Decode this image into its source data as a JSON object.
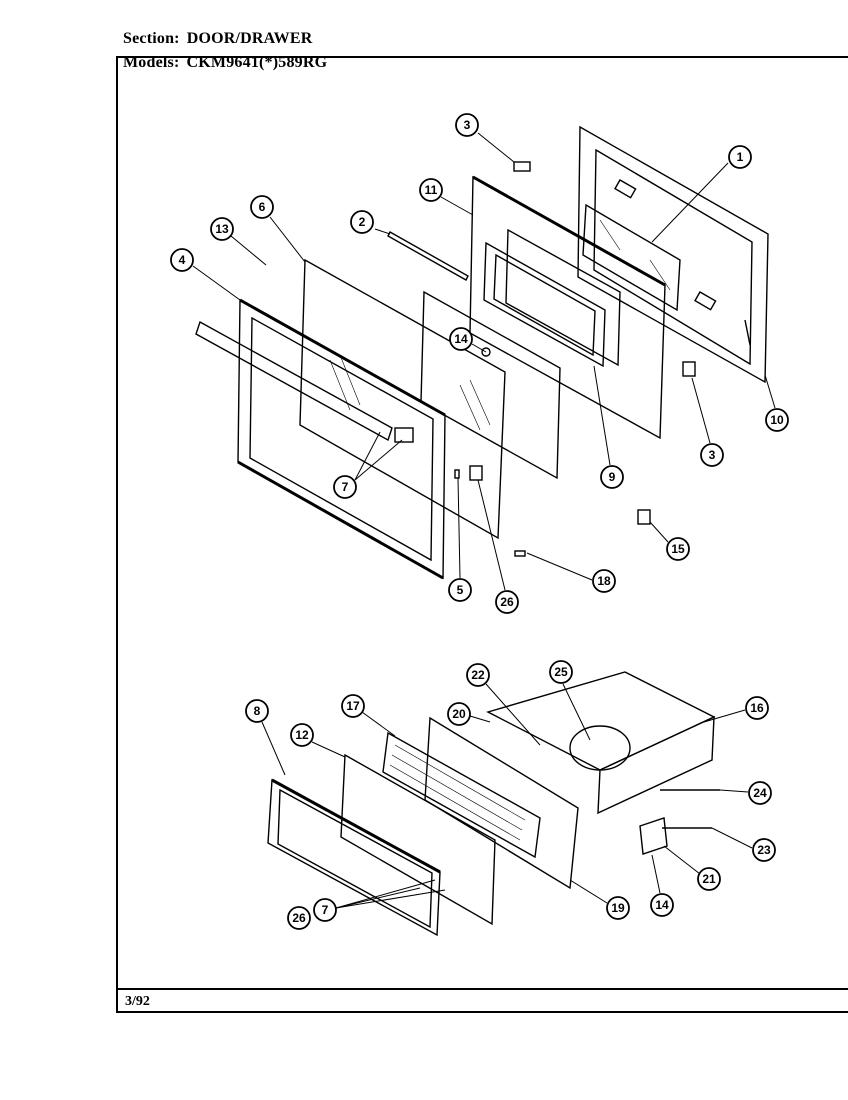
{
  "header": {
    "section_key": "Section:",
    "section_value": "DOOR/DRAWER",
    "models_key": "Models:",
    "models_value": "CKM9641(*)589RG"
  },
  "footer": {
    "date": "3/92"
  },
  "callouts": [
    "1",
    "2",
    "3",
    "3",
    "4",
    "5",
    "6",
    "7",
    "8",
    "9",
    "10",
    "11",
    "12",
    "13",
    "14",
    "14",
    "15",
    "16",
    "17",
    "18",
    "19",
    "20",
    "21",
    "22",
    "23",
    "24",
    "25",
    "26",
    "26",
    "7"
  ]
}
